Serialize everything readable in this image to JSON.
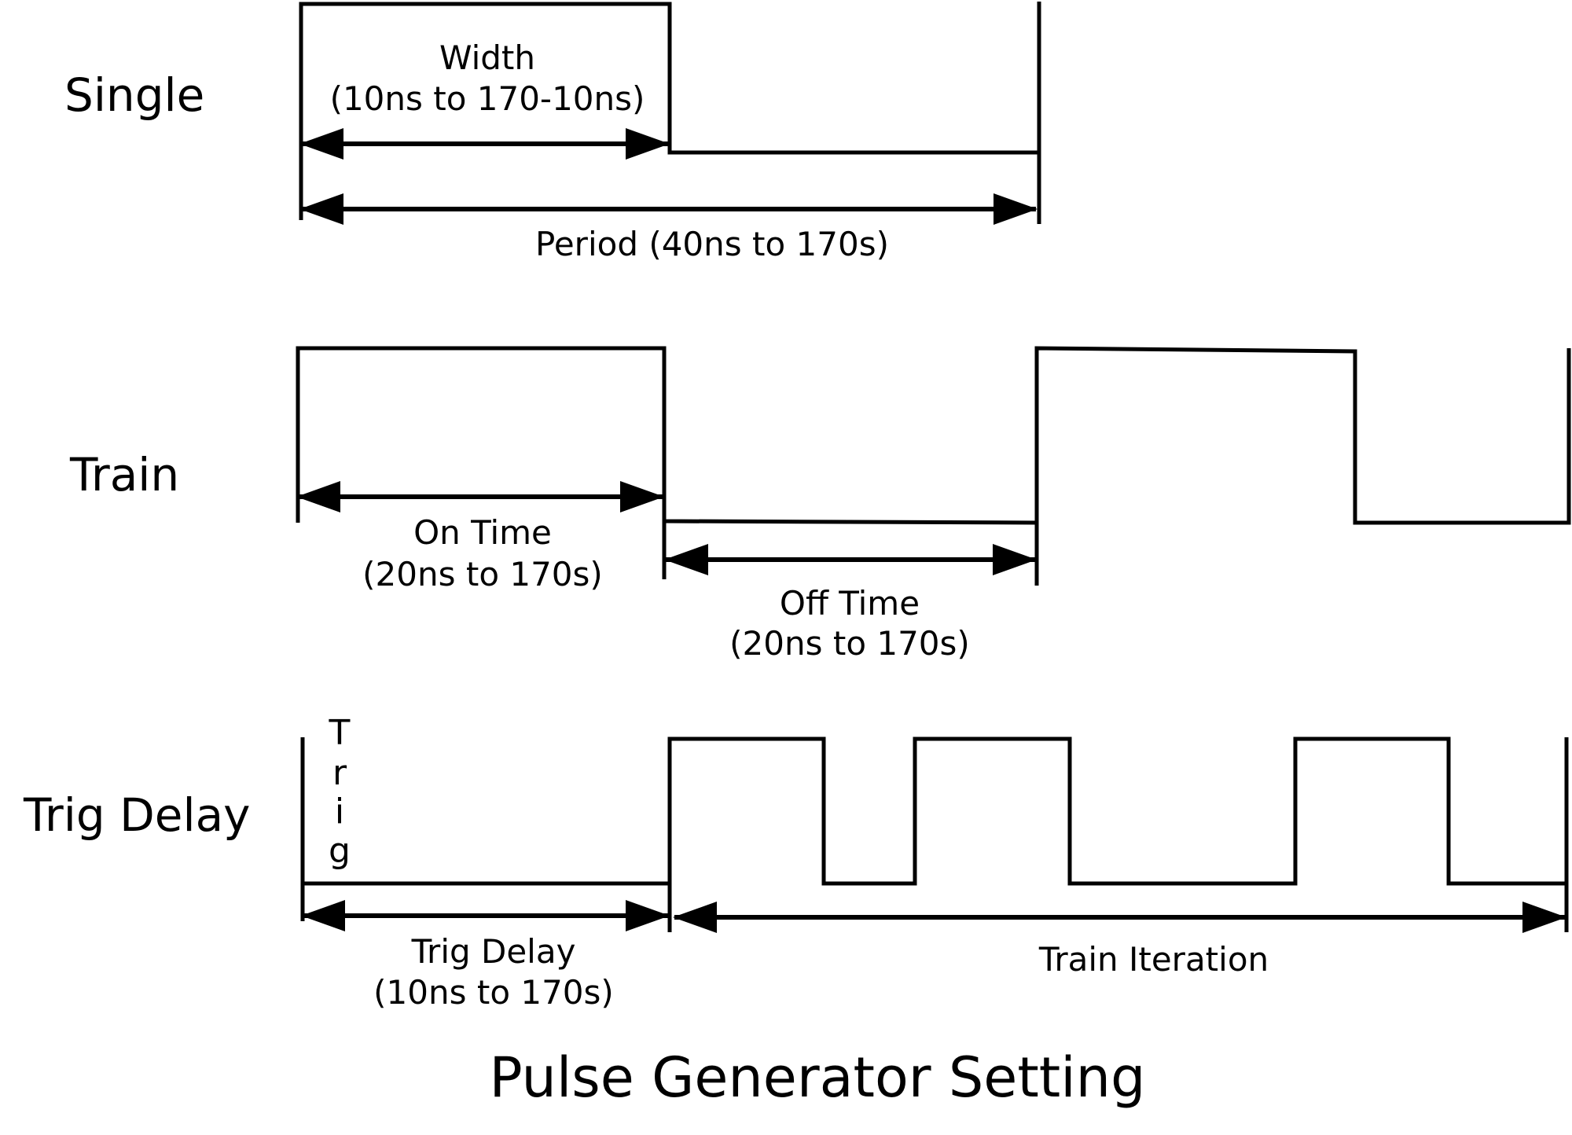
{
  "title": "Pulse Generator Setting",
  "rows": {
    "single": {
      "label": "Single",
      "width_label": "Width",
      "width_range": "(10ns to 170-10ns)",
      "period_label": "Period (40ns to 170s)"
    },
    "train": {
      "label": "Train",
      "on_label": "On Time",
      "on_range": "(20ns to 170s)",
      "off_label": "Off Time",
      "off_range": "(20ns to 170s)"
    },
    "trig_delay": {
      "label": "Trig Delay",
      "trig_letters": [
        "T",
        "r",
        "i",
        "g"
      ],
      "delay_label": "Trig Delay",
      "delay_range": "(10ns to 170s)",
      "iteration_label": "Train Iteration"
    }
  }
}
